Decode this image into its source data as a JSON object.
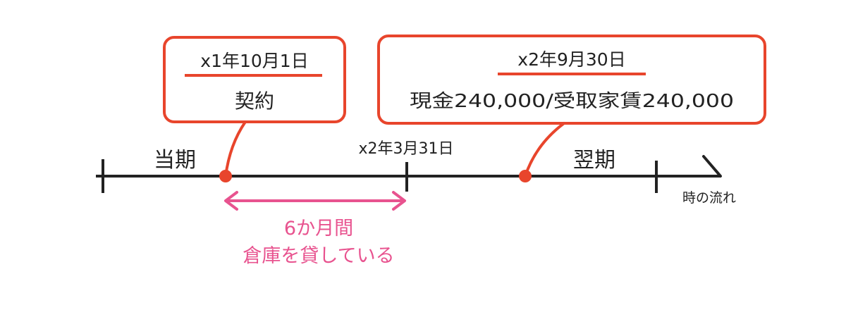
{
  "colors": {
    "line": "#222222",
    "accent_red": "#e8452c",
    "accent_pink": "#e8538f",
    "background": "#ffffff"
  },
  "callouts": {
    "contract": {
      "date": "x1年10月1日",
      "event": "契約"
    },
    "payment": {
      "date": "x2年9月30日",
      "entry": "現金240,000/受取家賃240,000"
    }
  },
  "timeline": {
    "current_period": "当期",
    "fiscal_end": "x2年3月31日",
    "next_period": "翌期",
    "flow_label": "時の流れ"
  },
  "span": {
    "duration": "6か月間",
    "description": "倉庫を貸している"
  }
}
